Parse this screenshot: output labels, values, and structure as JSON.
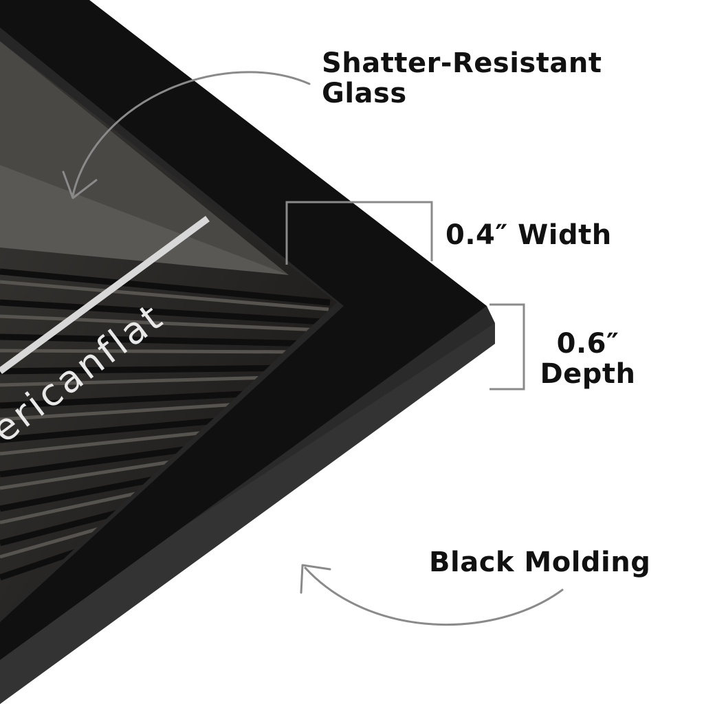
{
  "callouts": {
    "glass": {
      "line1": "Shatter-Resistant",
      "line2": "Glass"
    },
    "width": "0.4″ Width",
    "depth": {
      "line1": "0.6″",
      "line2": "Depth"
    },
    "molding": "Black Molding"
  },
  "artwork": {
    "watermark": "ericanflat"
  },
  "colors": {
    "frame_face": "#101010",
    "frame_side": "#2b2b2b",
    "glass_edge": "#3a3a3a",
    "photo_dark": "#1c1b1a",
    "callout_line": "#8a8a8a",
    "text": "#111111",
    "background": "#ffffff"
  },
  "icons": {
    "glass_arrow": "curved-arrow-icon",
    "molding_arrow": "curved-arrow-icon",
    "width_bracket": "bracket-icon",
    "depth_bracket": "bracket-icon"
  }
}
